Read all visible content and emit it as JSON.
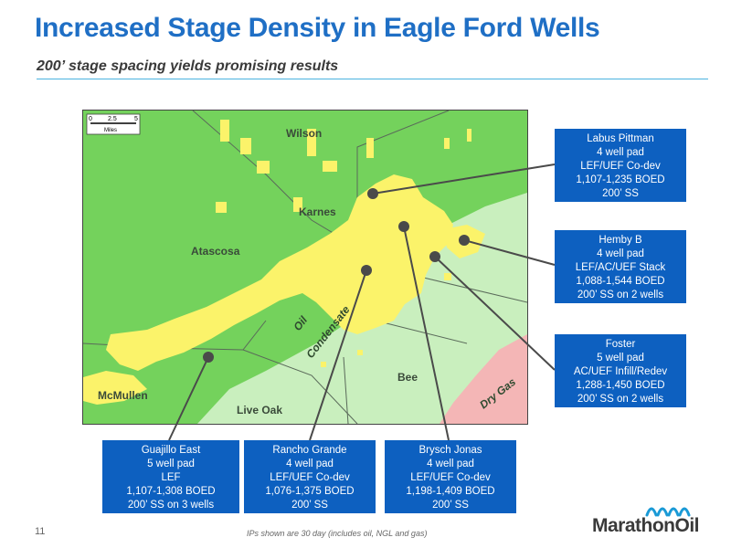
{
  "header": {
    "title": "Increased Stage Density in Eagle Ford Wells",
    "subtitle": "200’ stage spacing yields promising results"
  },
  "map": {
    "scale_bar": {
      "ticks": [
        "0",
        "2.5",
        "5"
      ],
      "unit": "Miles"
    },
    "county_labels": [
      "Wilson",
      "Karnes",
      "Atascosa",
      "McMullen",
      "Live Oak",
      "Bee"
    ],
    "zone_labels": [
      "Oil",
      "Condensate",
      "Dry Gas"
    ],
    "colors": {
      "oil_zone": "#74d25c",
      "condensate_zone": "#c9efbe",
      "dry_gas_zone": "#f4b6b6",
      "acreage": "#fbf36a",
      "pointer": "#4a4a4a"
    }
  },
  "callouts": [
    {
      "id": "labus-pittman",
      "lines": [
        "Labus Pittman",
        "4 well pad",
        "LEF/UEF Co-dev",
        "1,107-1,235 BOED",
        "200’ SS"
      ]
    },
    {
      "id": "hemby-b",
      "lines": [
        "Hemby B",
        "4 well pad",
        "LEF/AC/UEF Stack",
        "1,088-1,544 BOED",
        "200’ SS on 2 wells"
      ]
    },
    {
      "id": "foster",
      "lines": [
        "Foster",
        "5 well pad",
        "AC/UEF Infill/Redev",
        "1,288-1,450 BOED",
        "200’ SS on 2 wells"
      ]
    },
    {
      "id": "guajillo-east",
      "lines": [
        "Guajillo East",
        "5 well pad",
        "LEF",
        "1,107-1,308 BOED",
        "200’ SS on 3 wells"
      ]
    },
    {
      "id": "rancho-grande",
      "lines": [
        "Rancho Grande",
        "4 well pad",
        "LEF/UEF Co-dev",
        "1,076-1,375 BOED",
        "200’ SS"
      ]
    },
    {
      "id": "brysch-jonas",
      "lines": [
        "Brysch Jonas",
        "4 well pad",
        "LEF/UEF Co-dev",
        "1,198-1,409 BOED",
        "200’ SS"
      ]
    }
  ],
  "footer": {
    "page_number": "11",
    "note": "IPs shown are 30 day (includes oil, NGL and gas)",
    "logo_text": "MarathonOil"
  }
}
